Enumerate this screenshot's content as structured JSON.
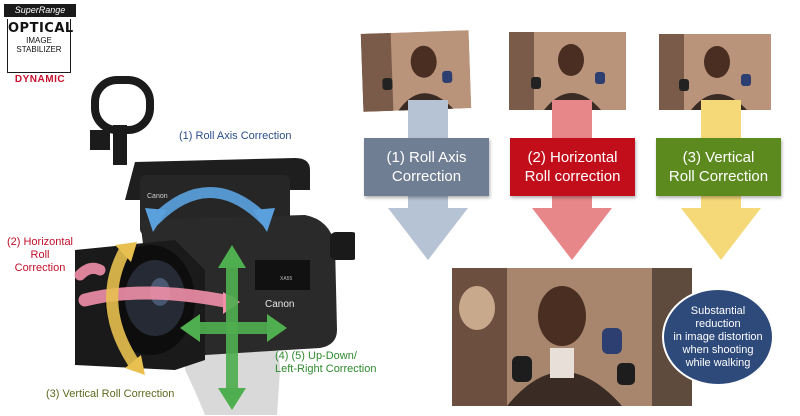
{
  "badge": {
    "top": "SuperRange",
    "line1": "OPTICAL",
    "line2": "IMAGE",
    "line3": "STABILIZER",
    "dynamic": "DYNAMIC"
  },
  "camera_labels": {
    "roll_axis": "(1) Roll Axis Correction",
    "horizontal_line1": "(2) Horizontal",
    "horizontal_line2": "Roll",
    "horizontal_line3": "Correction",
    "vertical": "(3) Vertical Roll Correction",
    "updown_line1": "(4) (5) Up-Down/",
    "updown_line2": "Left-Right Correction"
  },
  "camera_text": {
    "brand_top": "Canon",
    "brand_side": "Canon",
    "model": "XA55"
  },
  "categories": [
    {
      "line1": "(1) Roll Axis",
      "line2": "Correction",
      "color": "#6f7e93",
      "arrow_color": "#b6c3d4"
    },
    {
      "line1": "(2) Horizontal",
      "line2": "Roll correction",
      "color": "#c20e1a",
      "arrow_color": "#e8878a"
    },
    {
      "line1": "(3) Vertical",
      "line2": "Roll Correction",
      "color": "#5c8a1f",
      "arrow_color": "#f5d878"
    }
  ],
  "result": {
    "line1": "Substantial",
    "line2": "reduction",
    "line3": "in image distortion",
    "line4": "when shooting",
    "line5": "while walking"
  },
  "colors": {
    "roll_arrow": "#5aa0dc",
    "horizontal_arrow": "#f08fa8",
    "vertical_arrow": "#e8c050",
    "updown_arrow": "#4fae4f"
  }
}
